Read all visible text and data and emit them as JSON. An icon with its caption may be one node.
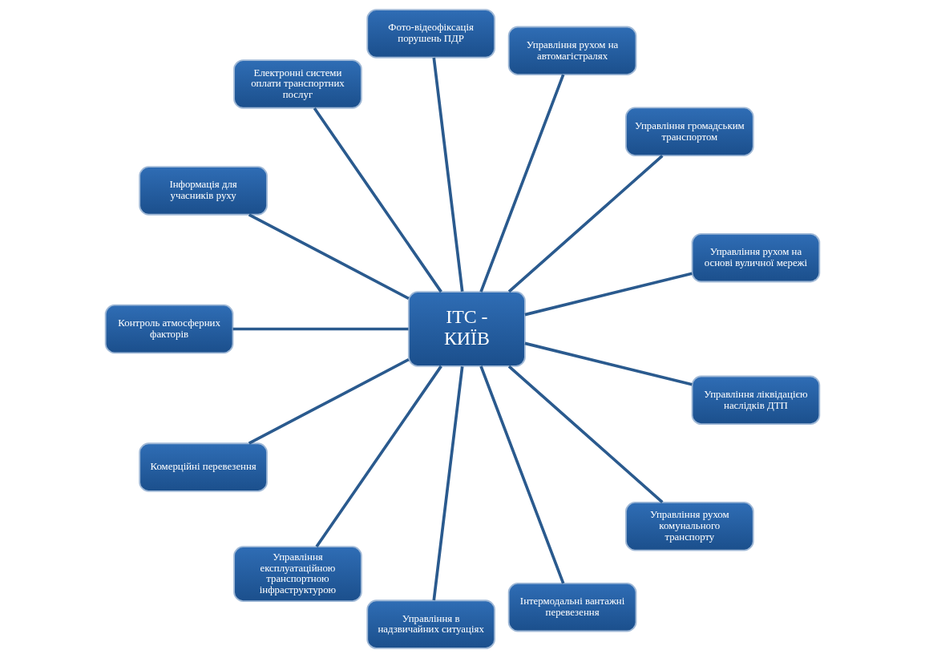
{
  "diagram": {
    "nodes": [
      {
        "text": [
          "ІТС - КИЇВ"
        ]
      },
      {
        "text": [
          "Управління рухом на основі вуличної мережі"
        ]
      },
      {
        "text": [
          "Управління громадським транспортом"
        ]
      },
      {
        "text": [
          "Управління рухом на автомагістралях"
        ]
      },
      {
        "text": [
          "Фото-відеофіксація порушень ПДР"
        ]
      },
      {
        "text": [
          "Електронні системи оплати транспортних послуг"
        ]
      },
      {
        "text": [
          "Інформація для учасників руху"
        ]
      },
      {
        "text": [
          "Контроль атмосферних факторів"
        ]
      },
      {
        "text": [
          "Комерційні перевезення"
        ]
      },
      {
        "text": [
          "Управління експлуатаційною транспортною інфраструктурою"
        ]
      },
      {
        "text": [
          "Управління в надзвичайних ситуаціях"
        ]
      },
      {
        "text": [
          "Інтермодальні вантажні перевезення"
        ]
      },
      {
        "text": [
          "Управління рухом комунального транспорту"
        ]
      },
      {
        "text": [
          "Управління ліквідацією наслідків ДТП"
        ]
      }
    ],
    "edges": [
      {
        "from": 0,
        "to": 1,
        "arrow": "none"
      },
      {
        "from": 0,
        "to": 2,
        "arrow": "none"
      },
      {
        "from": 0,
        "to": 3,
        "arrow": "none"
      },
      {
        "from": 0,
        "to": 4,
        "arrow": "none"
      },
      {
        "from": 0,
        "to": 5,
        "arrow": "none"
      },
      {
        "from": 0,
        "to": 6,
        "arrow": "none"
      },
      {
        "from": 0,
        "to": 7,
        "arrow": "none"
      },
      {
        "from": 0,
        "to": 8,
        "arrow": "none"
      },
      {
        "from": 0,
        "to": 9,
        "arrow": "none"
      },
      {
        "from": 0,
        "to": 10,
        "arrow": "none"
      },
      {
        "from": 0,
        "to": 11,
        "arrow": "none"
      },
      {
        "from": 0,
        "to": 12,
        "arrow": "none"
      },
      {
        "from": 0,
        "to": 13,
        "arrow": "none"
      }
    ]
  }
}
